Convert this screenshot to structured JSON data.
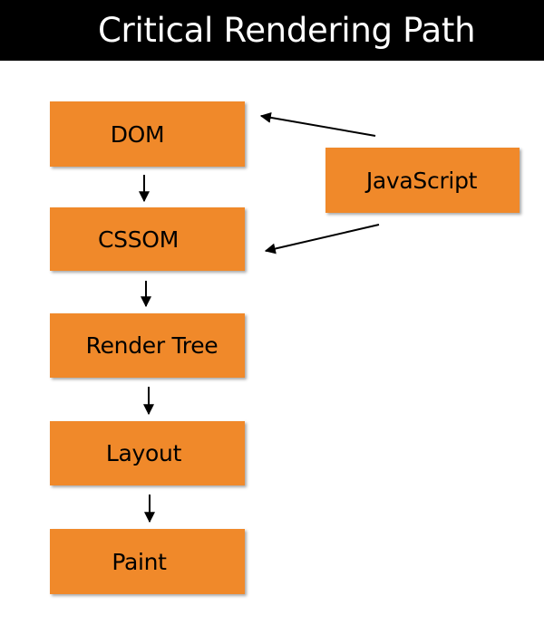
{
  "title": "Critical Rendering Path",
  "colors": {
    "header_background": "#000000",
    "header_text": "#ffffff",
    "box_fill": "#f0892a",
    "arrow": "#000000"
  },
  "nodes": {
    "dom": "DOM",
    "cssom": "CSSOM",
    "render_tree": "Render Tree",
    "layout": "Layout",
    "paint": "Paint",
    "javascript": "JavaScript"
  },
  "edges": [
    {
      "from": "DOM",
      "to": "CSSOM"
    },
    {
      "from": "CSSOM",
      "to": "Render Tree"
    },
    {
      "from": "Render Tree",
      "to": "Layout"
    },
    {
      "from": "Layout",
      "to": "Paint"
    },
    {
      "from": "JavaScript",
      "to": "DOM"
    },
    {
      "from": "JavaScript",
      "to": "CSSOM"
    }
  ]
}
